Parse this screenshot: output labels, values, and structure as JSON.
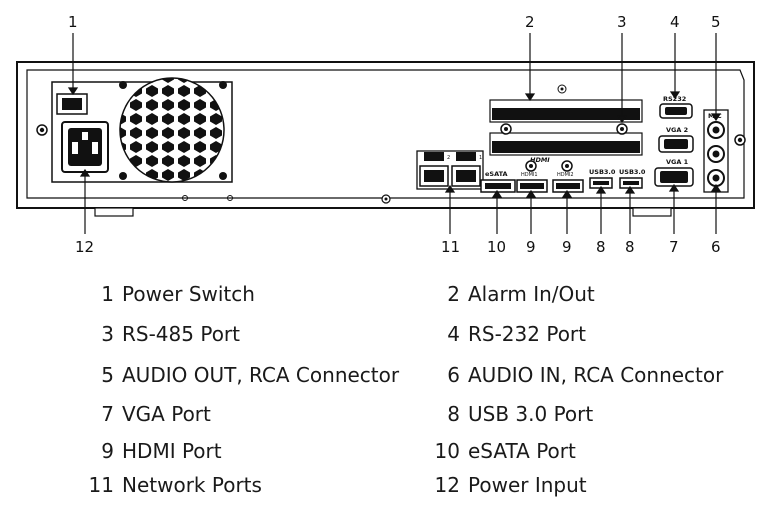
{
  "callouts": {
    "top": [
      "1",
      "2",
      "3",
      "4",
      "5"
    ],
    "bottom": [
      "12",
      "11",
      "10",
      "9",
      "9",
      "8",
      "8",
      "7",
      "6"
    ]
  },
  "panel_labels": {
    "rs232": "RS232",
    "vga2": "VGA 2",
    "vga1": "VGA 1",
    "mic": "MIC",
    "esata": "eSATA",
    "usb_a": "USB3.0",
    "usb_b": "USB3.0",
    "hdmi_logo": "HDMI",
    "hdmi_port_a": "HDMI1",
    "hdmi_port_b": "HDMI2",
    "net_1": "1",
    "net_2": "2"
  },
  "legend": [
    {
      "num": "1",
      "label": "Power Switch"
    },
    {
      "num": "2",
      "label": "Alarm In/Out"
    },
    {
      "num": "3",
      "label": "RS-485 Port"
    },
    {
      "num": "4",
      "label": "RS-232 Port"
    },
    {
      "num": "5",
      "label": "AUDIO OUT, RCA Connector"
    },
    {
      "num": "6",
      "label": "AUDIO IN, RCA Connector"
    },
    {
      "num": "7",
      "label": "VGA Port"
    },
    {
      "num": "8",
      "label": "USB 3.0 Port"
    },
    {
      "num": "9",
      "label": "HDMI Port"
    },
    {
      "num": "10",
      "label": "eSATA Port"
    },
    {
      "num": "11",
      "label": "Network Ports"
    },
    {
      "num": "12",
      "label": "Power Input"
    }
  ]
}
